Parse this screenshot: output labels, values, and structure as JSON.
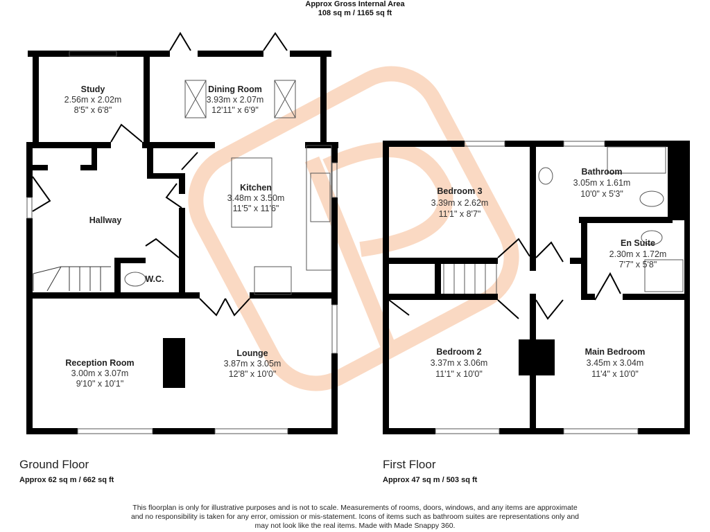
{
  "header": {
    "title": "Approx Gross Internal Area",
    "area": "108 sq m / 1165 sq ft"
  },
  "ground_floor": {
    "label": "Ground Floor",
    "area": "Approx 62 sq m / 662 sq ft",
    "rooms": [
      {
        "name": "Study",
        "metric": "2.56m x 2.02m",
        "imperial": "8'5\" x 6'8\""
      },
      {
        "name": "Dining Room",
        "metric": "3.93m x 2.07m",
        "imperial": "12'11\" x 6'9\""
      },
      {
        "name": "Kitchen",
        "metric": "3.48m x 3.50m",
        "imperial": "11'5\" x 11'6\""
      },
      {
        "name": "Hallway"
      },
      {
        "name": "W.C."
      },
      {
        "name": "Reception Room",
        "metric": "3.00m x 3.07m",
        "imperial": "9'10\" x 10'1\""
      },
      {
        "name": "Lounge",
        "metric": "3.87m x 3.05m",
        "imperial": "12'8\" x 10'0\""
      }
    ]
  },
  "first_floor": {
    "label": "First Floor",
    "area": "Approx 47 sq m / 503 sq ft",
    "rooms": [
      {
        "name": "Bedroom 3",
        "metric": "3.39m x 2.62m",
        "imperial": "11'1\" x 8'7\""
      },
      {
        "name": "Bathroom",
        "metric": "3.05m x 1.61m",
        "imperial": "10'0\" x 5'3\""
      },
      {
        "name": "En Suite",
        "metric": "2.30m x 1.72m",
        "imperial": "7'7\" x 5'8\""
      },
      {
        "name": "Bedroom 2",
        "metric": "3.37m x 3.06m",
        "imperial": "11'1\" x 10'0\""
      },
      {
        "name": "Main Bedroom",
        "metric": "3.45m x 3.04m",
        "imperial": "11'4\" x 10'0\""
      }
    ]
  },
  "disclaimer": [
    "This floorplan is only for illustrative purposes and is not to scale. Measurements of rooms, doors, windows, and any items are approximate",
    "and no responsibility is taken for any error, omission or mis-statement. Icons of items such as bathroom suites are representations only and",
    "may not look like the real items. Made with Made Snappy 360."
  ],
  "colors": {
    "wall": "#000000",
    "watermark": "#f4a36a"
  }
}
